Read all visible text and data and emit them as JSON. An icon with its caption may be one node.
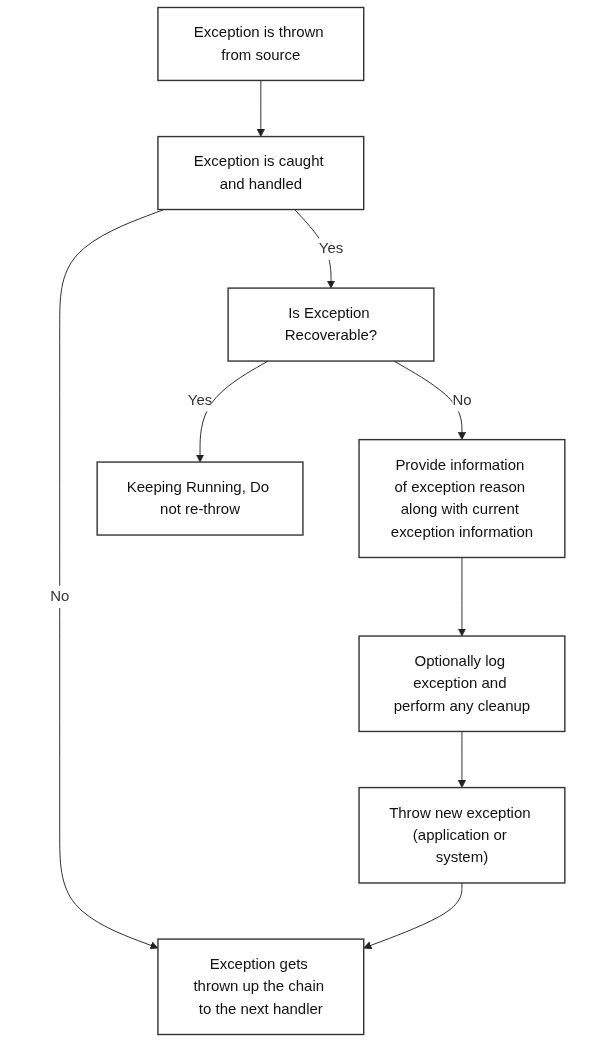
{
  "diagram": {
    "nodes": [
      {
        "text": [
          "Exception is thrown from source"
        ]
      },
      {
        "text": [
          "Exception is caught and handled"
        ]
      },
      {
        "text": [
          "Exception gets thrown up the chain to the next handler"
        ]
      },
      {
        "text": [
          "Throw new exception (application or system)"
        ]
      },
      {
        "text": [
          "Optionally log exception and perform any cleanup"
        ]
      },
      {
        "text": [
          "Is Exception Recoverable?"
        ]
      },
      {
        "text": [
          "Provide information of exception reason along with current exception information"
        ]
      },
      {
        "text": [
          "Keeping Running, Do not re-throw"
        ]
      }
    ],
    "edges": [
      {
        "from": 0,
        "to": 1,
        "arrow": "to"
      },
      {
        "from": 1,
        "to": 2,
        "arrow": "to",
        "label": "No"
      },
      {
        "from": 1,
        "to": 5,
        "arrow": "to",
        "label": "Yes"
      },
      {
        "from": 5,
        "to": 6,
        "arrow": "to",
        "label": "No"
      },
      {
        "from": 6,
        "to": 4,
        "arrow": "to"
      },
      {
        "from": 4,
        "to": 3,
        "arrow": "to"
      },
      {
        "from": 3,
        "to": 2,
        "arrow": "to"
      },
      {
        "from": 5,
        "to": 7,
        "arrow": "to",
        "label": "Yes"
      }
    ]
  }
}
